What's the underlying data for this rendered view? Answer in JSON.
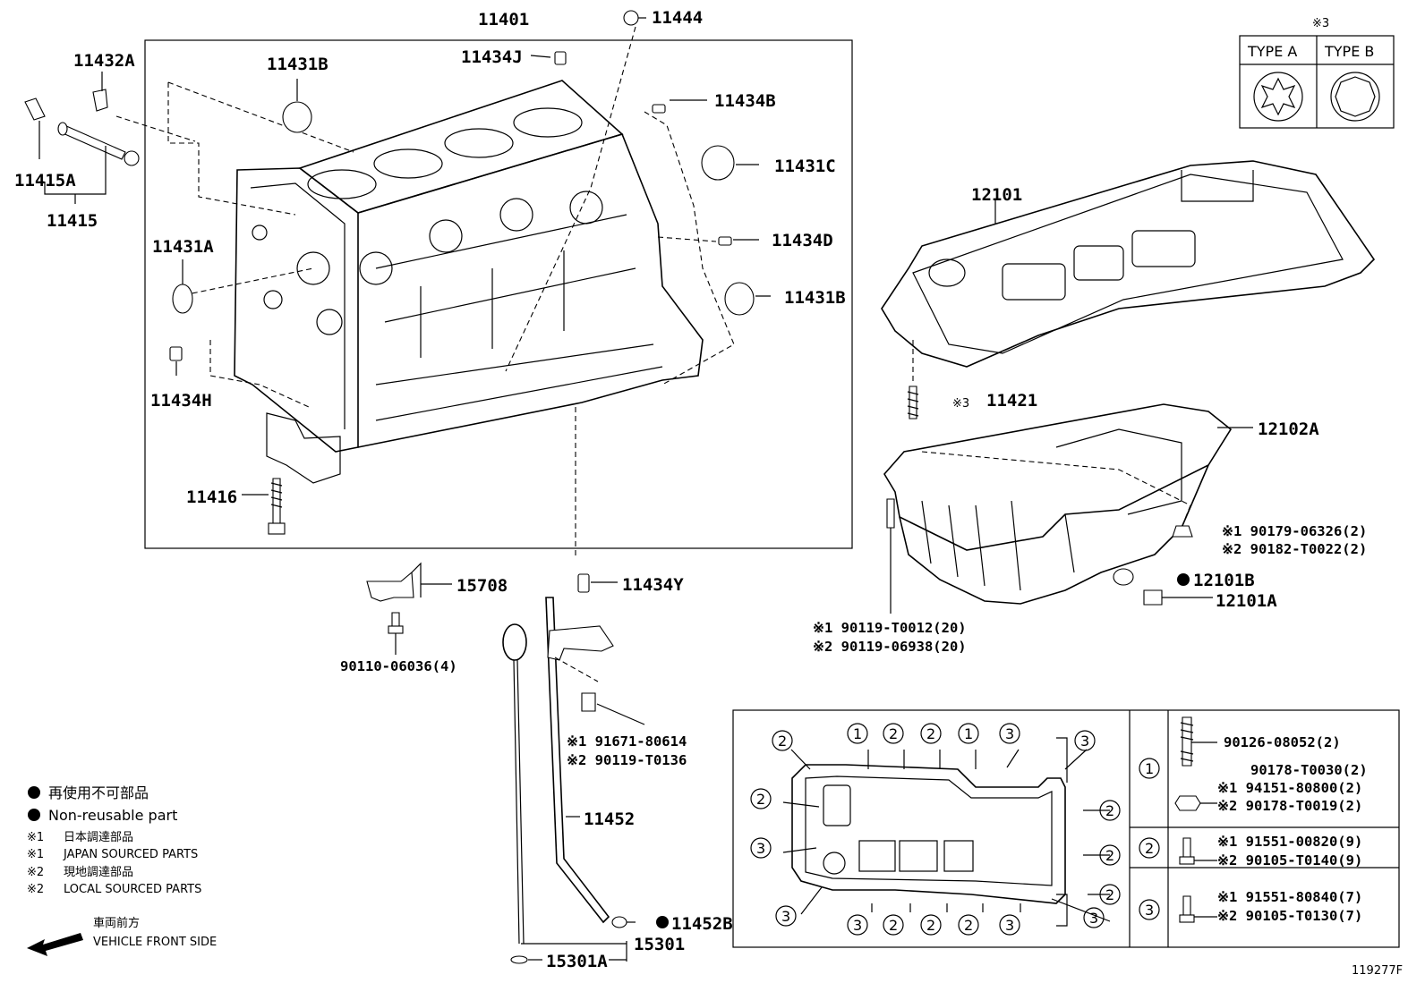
{
  "diagram_id": "119277F",
  "parts": {
    "block": "11401",
    "p11444": "11444",
    "p11434J": "11434J",
    "p11432A": "11432A",
    "p11431B_top": "11431B",
    "p11434B": "11434B",
    "p11431C": "11431C",
    "p11415A": "11415A",
    "p11415": "11415",
    "p11431A": "11431A",
    "p11434D": "11434D",
    "p11431B_side": "11431B",
    "p11434H": "11434H",
    "p11416": "11416",
    "p12101": "12101",
    "p11421": "11421",
    "p11421_mark": "※3",
    "p12102A": "12102A",
    "p15708": "15708",
    "p11434Y": "11434Y",
    "p90110": "90110-06036(4)",
    "p12101B": "12101B",
    "p12101A": "12101A",
    "p11452": "11452",
    "p11452B": "11452B",
    "p15301A": "15301A",
    "p15301": "15301"
  },
  "notes": {
    "drain_plug_gasket_1": "※1  90179-06326(2)",
    "drain_plug_gasket_2": "※2  90182-T0022(2)",
    "pan_bolt_1": "※1  90119-T0012(20)",
    "pan_bolt_2": "※2  90119-06938(20)",
    "bracket_bolt_1": "※1  91671-80614",
    "bracket_bolt_2": "※2  90119-T0136"
  },
  "type_table": {
    "mark": "※3",
    "type_a": "TYPE A",
    "type_b": "TYPE B"
  },
  "bolt_table": {
    "row1_symbol": "1",
    "row1_line1": "90126-08052(2)",
    "row1_line2": "90178-T0030(2)",
    "row1_line3": "※1  94151-80800(2)",
    "row1_line4": "※2  90178-T0019(2)",
    "row2_symbol": "2",
    "row2_line1": "※1  91551-00820(9)",
    "row2_line2": "※2  90105-T0140(9)",
    "row3_symbol": "3",
    "row3_line1": "※1  91551-80840(7)",
    "row3_line2": "※2  90105-T0130(7)"
  },
  "pan_diagram_circles": {
    "top": [
      "2",
      "1",
      "2",
      "2",
      "1",
      "3",
      "3"
    ],
    "left": [
      "2",
      "3",
      "3"
    ],
    "right": [
      "2",
      "2",
      "2",
      "3"
    ],
    "bottom": [
      "3",
      "2",
      "2",
      "2",
      "3"
    ]
  },
  "legend": {
    "line1": "再使用不可部品",
    "line2": "Non-reusable part",
    "line3_mark": "※1",
    "line3": "日本調達部品",
    "line4_mark": "※1",
    "line4": "JAPAN SOURCED PARTS",
    "line5_mark": "※2",
    "line5": "現地調達部品",
    "line6_mark": "※2",
    "line6": "LOCAL SOURCED PARTS",
    "front_jp": "車両前方",
    "front_en": "VEHICLE FRONT SIDE"
  }
}
